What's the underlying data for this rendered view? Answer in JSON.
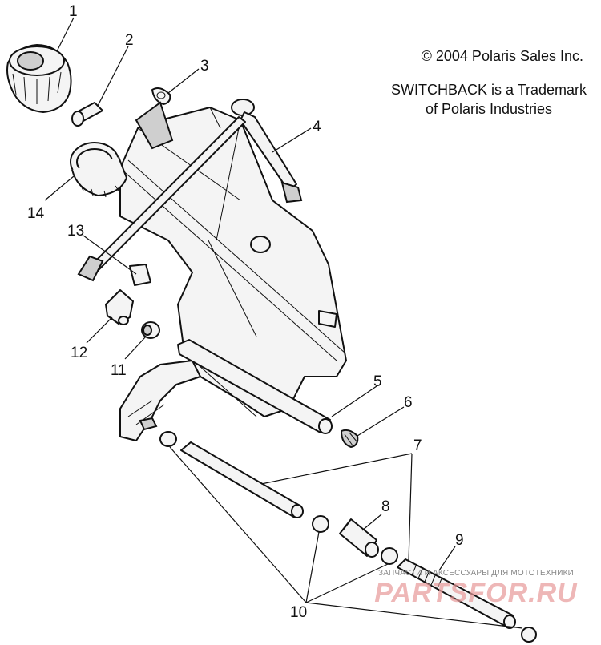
{
  "header": {
    "copyright": "© 2004 Polaris Sales Inc.",
    "trademark_line1": "SWITCHBACK is a Trademark",
    "trademark_line2": "of Polaris Industries"
  },
  "callouts": [
    {
      "id": "c1",
      "label": "1"
    },
    {
      "id": "c2",
      "label": "2"
    },
    {
      "id": "c3",
      "label": "3"
    },
    {
      "id": "c4",
      "label": "4"
    },
    {
      "id": "c5",
      "label": "5"
    },
    {
      "id": "c6",
      "label": "6"
    },
    {
      "id": "c7",
      "label": "7"
    },
    {
      "id": "c8",
      "label": "8"
    },
    {
      "id": "c9",
      "label": "9"
    },
    {
      "id": "c10",
      "label": "10"
    },
    {
      "id": "c11",
      "label": "11"
    },
    {
      "id": "c12",
      "label": "12"
    },
    {
      "id": "c13",
      "label": "13"
    },
    {
      "id": "c14",
      "label": "14"
    }
  ],
  "watermark": {
    "top": "ЗАПЧАСТИ И АКСЕССУАРЫ ДЛЯ МОТОТЕХНИКИ",
    "main": "PARTSFOR.RU"
  },
  "colors": {
    "line": "#111111",
    "watermark": "#e89a9a"
  }
}
